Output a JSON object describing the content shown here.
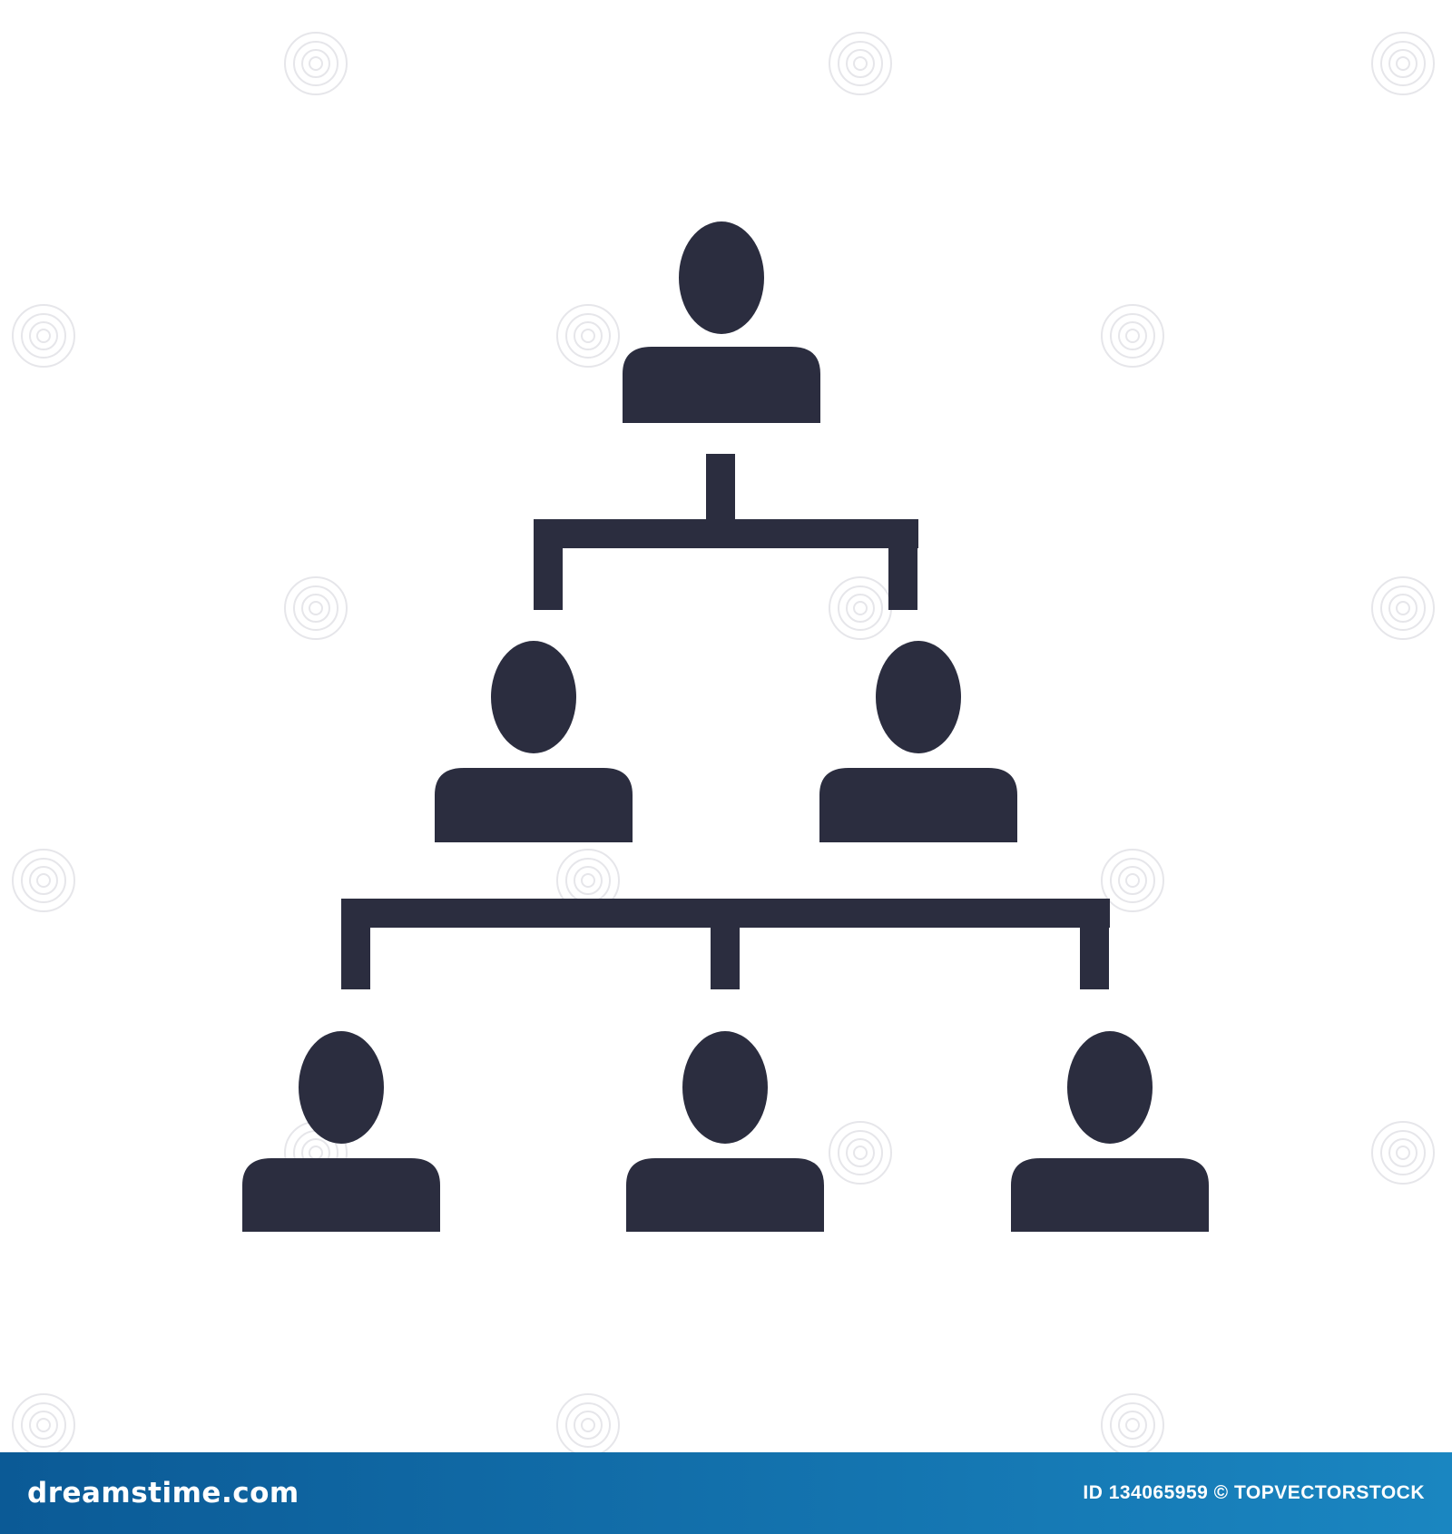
{
  "diagram": {
    "type": "org-chart",
    "fill_color": "#2b2d3f",
    "levels": [
      {
        "level": 1,
        "persons": 1,
        "icon": "person-icon"
      },
      {
        "level": 2,
        "persons": 2,
        "icon": "person-icon"
      },
      {
        "level": 3,
        "persons": 3,
        "icon": "person-icon"
      }
    ],
    "connectors": [
      {
        "from_level": 1,
        "to_level": 2,
        "branches": 2
      },
      {
        "from_level": 2,
        "to_level": 3,
        "branches": 3
      }
    ]
  },
  "watermark": {
    "icon": "spiral-watermark-icon",
    "color": "#e6e6ea"
  },
  "footer": {
    "brand": "dreamstime.com",
    "credit": "ID 134065959 © TOPVECTORSTOCK",
    "gradient_start": "#0b5a96",
    "gradient_end": "#1a86c1"
  }
}
